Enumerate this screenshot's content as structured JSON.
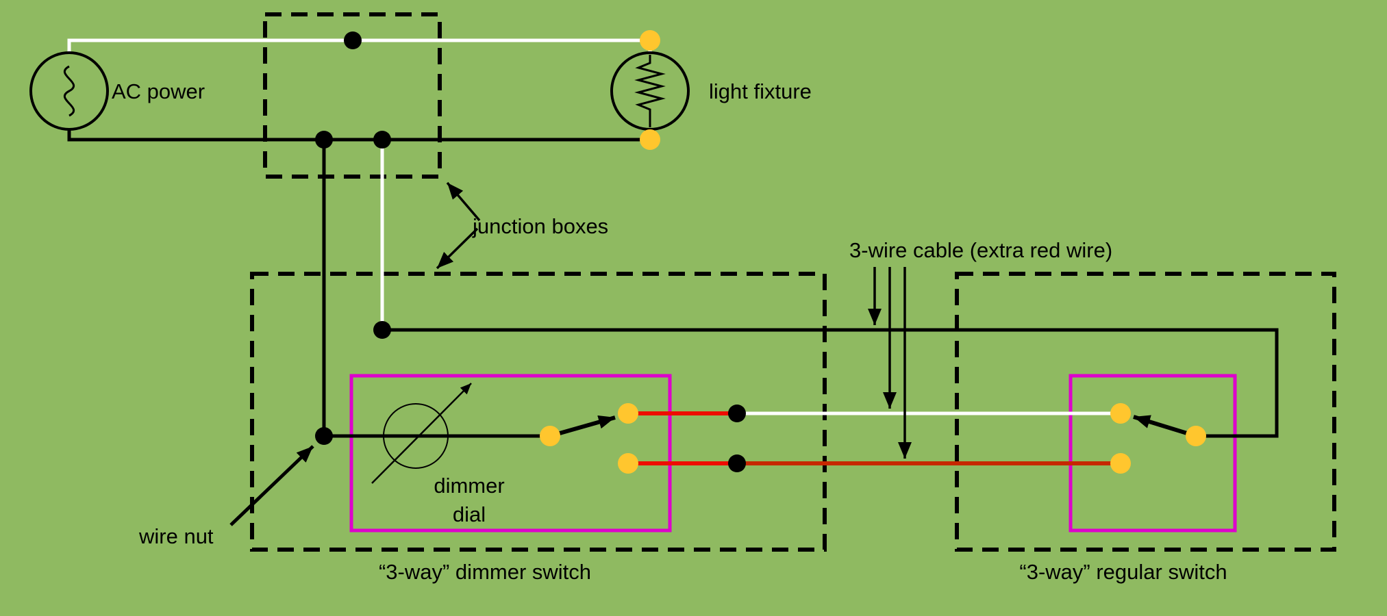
{
  "labels": {
    "ac_power": "AC power",
    "light_fixture": "light fixture",
    "junction_boxes": "junction boxes",
    "cable": "3-wire cable (extra red wire)",
    "dimmer_line1": "dimmer",
    "dimmer_line2": "dial",
    "wire_nut": "wire nut",
    "dimmer_switch": "“3-way” dimmer switch",
    "regular_switch": "“3-way” regular switch"
  },
  "colors": {
    "background": "#8FBA61",
    "wire_black": "#000000",
    "wire_white": "#FFFFFF",
    "wire_red_lead": "#EE0D00",
    "wire_red_cable": "#C62800",
    "terminal_yellow": "#FFC62E",
    "magenta_outline": "#DD00CC"
  }
}
